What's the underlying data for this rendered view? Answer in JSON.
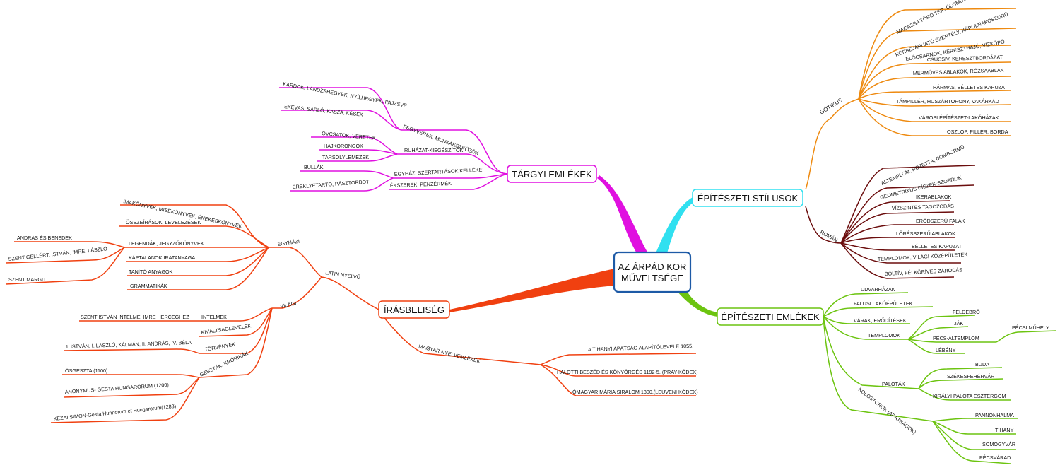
{
  "center": {
    "line1": "AZ ÁRPÁD KOR",
    "line2": "MŰVELTSÉGE"
  },
  "colors": {
    "targyi": "#e010e0",
    "irasbeliseg": "#f04010",
    "stilusok": "#30e0f0",
    "gotikus": "#ee8a10",
    "roman": "#6b0d0d",
    "epiteszeti": "#6cc410",
    "center_border": "#1d5aa6"
  },
  "targyi": {
    "title": "TÁRGYI EMLÉKEK",
    "fegyverek": "FEGYVEREK, MUNKAESZKÖZÖK",
    "kardok": "KARDOK, LÁNDZSHEGYEK, NYÍLHEGYEK, PAJZSVE",
    "ekevas": "EKEVAS, SARLÓ, KASZA, KÉSEK",
    "ruhazat": "RUHÁZAT-KIEGÉSZÍTŐK",
    "ovcsatok": "ÖVCSATOK, VERETEK",
    "hajkorongok": "HAJKORONGOK",
    "tarsoly": "TARSOLYLEMEZEK",
    "egyhazi": "EGYHÁZI SZERTARTÁSOK KELLÉKEI",
    "bullak": "BULLÁK",
    "ereklye": "EREKLYETARTÓ, PÁSZTORBOT",
    "ekszerek": "ÉKSZEREK, PÉNZÉRMÉK"
  },
  "irasbeliseg": {
    "title": "ÍRÁSBELISÉG",
    "latin": "LATIN NYELVŰ",
    "egyhazi": "EGYHÁZI",
    "imakonyvek": "IMAKÖNYVEK, MISEKÖNYVEK, ÉNEKESKÖNYVEK",
    "osszeirasok": "ÖSSZEÍRÁSOK, LEVELEZÉSEK",
    "legendak": "LEGENDÁK, JEGYZŐKÖNYVEK",
    "andras": "ANDRÁS ÉS BENEDEK",
    "gellert": "SZENT GELLÉRT, ISTVÁN, IMRE, LÁSZLÓ",
    "margit": "SZENT MARGIT",
    "kaptalanok": "KÁPTALANOK IRATANYAGA",
    "tanito": "TANÍTÓ ANYAGOK",
    "grammatikak": "GRAMMATIKÁK",
    "vilagi": "VILÁGI",
    "intelmek": "INTELMEK",
    "intelmek_leaf": "SZENT ISTVÁN INTELMEI IMRE HERCEGHEZ",
    "kivaltsag": "KIVÁLTSÁGLEVELEK",
    "torvenyek": "TÖRVÉNYEK",
    "torvenyek_leaf": "I. ISTVÁN, I. LÁSZLÓ, KÁLMÁN, II. ANDRÁS, IV. BÉLA",
    "gesztak": "GESZTÁK, KRÓNIKÁK",
    "osgeszta": "ŐSGESZTA (1100)",
    "anonymus": "ANONYMUS- GESTA HUNGARORUM (1200)",
    "kezai": "KÉZAI SIMON-Gesta Hunnorum et Hungarorum(1283)",
    "magyar": "MAGYAR NYELVEMLÉKEK",
    "tihanyi": "A TIHANYI APÁTSÁG ALAPÍTÓLEVELE 1055.",
    "halotti": "HALOTTI BESZÉD ÉS KÖNYÖRGÉS 1192-5. (PRAY-KÓDEX)",
    "omagyar": "ÓMAGYAR MÁRIA SIRALOM 1300.(LEUVENI KÓDEX)"
  },
  "stilusok": {
    "title": "ÉPÍTÉSZETI STÍLUSOK",
    "gotikus": "GÓTIKUS",
    "g1": "MAGASBA TÖRŐ TÉR, ÓLOMÜVEG ABLAK",
    "g2": "KÖRBEJÁRHATÓ SZENTÉLY, KÁPOLNAKOSZORÚ",
    "g3": "ELŐCSARNOK, KERESZTHAJÓ, VÍZKÖPŐ",
    "g4": "CSÚCSÍV, KERESZTBORDÁZAT",
    "g5": "MÉRMŰVES ABLAKOK, RÓZSAABLAK",
    "g6": "HÁRMAS, BÉLLETES KAPUZAT",
    "g7": "TÁMPILLÉR, HUSZÁRTORONY, VAKÁRKÁD",
    "g8": "VÁROSI ÉPÍTÉSZET-LAKÓHÁZAK",
    "g9": "OSZLOP, PILLÉR, BORDA",
    "roman": "ROMÁN",
    "r1": "ALTEMPLOM, ROZETTA, DOMBORMŰ",
    "r2": "GEOMETRIKUS DÍSZEK-SZOBROK",
    "r3": "IKERABLAKOK",
    "r4": "VÍZSZINTES TAGOZÓDÁS",
    "r5": "ERŐDSZERŰ FALAK",
    "r6": "LŐRÉSSZERŰ ABLAKOK",
    "r7": "BÉLLETES KAPUZAT",
    "r8": "TEMPLOMOK, VILÁGI KÖZÉPÜLETEK",
    "r9": "BOLTÍV, FÉLKÖRÍVES ZÁRÓDÁS"
  },
  "epiteszeti": {
    "title": "ÉPÍTÉSZETI EMLÉKEK",
    "udvarhazak": "UDVARHÁZAK",
    "falusi": "FALUSI LAKÓÉPÜLETEK",
    "varak": "VÁRAK, ERŐDÍTÉSEK",
    "templomok": "TEMPLOMOK",
    "feldebro": "FELDEBRŐ",
    "jak": "JÁK",
    "pecsaltemplom": "PÉCS-ALTEMPLOM",
    "pecsimuhely": "PÉCSI MŰHELY",
    "lebeny": "LÉBÉNY",
    "palotak": "PALOTÁK",
    "buda": "BUDA",
    "szekesfehervar": "SZÉKESFEHÉRVÁR",
    "kiralyi": "KIRÁLYI PALOTA ESZTERGOM",
    "kolostorok": "KOLOSTOROK (APÁTSÁGOK)",
    "pannonhalma": "PANNONHALMA",
    "tihany": "TIHANY",
    "somogyvar": "SOMOGYVÁR",
    "pecsvarad": "PÉCSVÁRAD"
  }
}
